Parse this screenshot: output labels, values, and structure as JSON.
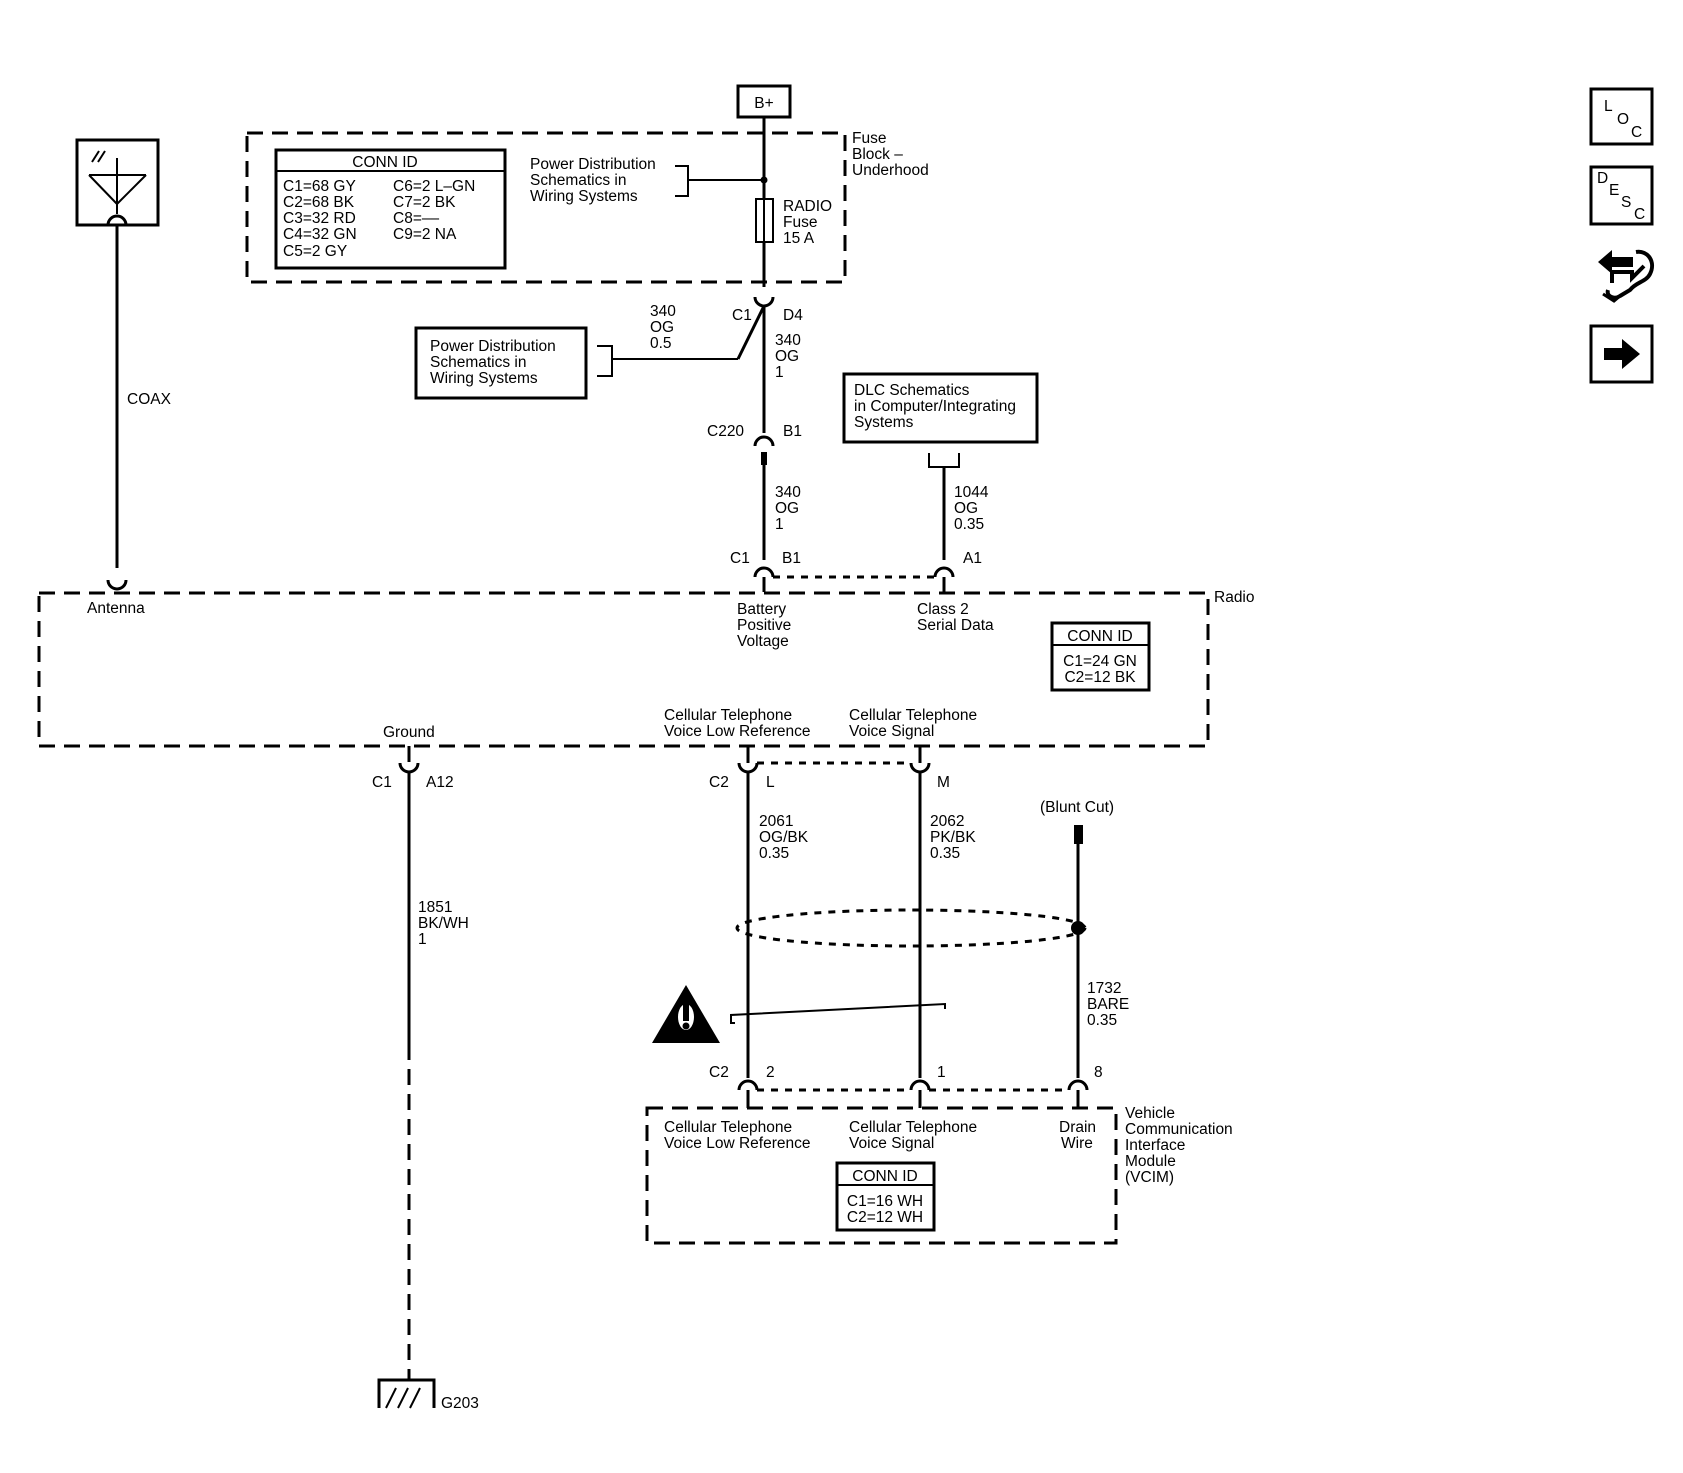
{
  "supply": {
    "label": "B+"
  },
  "fuse_block": {
    "name": [
      "Fuse",
      "Block –",
      "Underhood"
    ],
    "conn_id": {
      "title": "CONN ID",
      "left": [
        "C1=68 GY",
        "C2=68 BK",
        "C3=32 RD",
        "C4=32 GN",
        "C5=2 GY"
      ],
      "right": [
        "C6=2 L–GN",
        "C7=2 BK",
        "C8=––",
        "C9=2 NA"
      ]
    },
    "ref": [
      "Power Distribution",
      "Schematics in",
      "Wiring Systems"
    ],
    "fuse": [
      "RADIO",
      "Fuse",
      "15 A"
    ]
  },
  "splice_ref": [
    "Power Distribution",
    "Schematics in",
    "Wiring Systems"
  ],
  "wire_340_upper": [
    "340",
    "OG",
    "0.5"
  ],
  "wire_340_mid": [
    "340",
    "OG",
    "1"
  ],
  "wire_340_lower": [
    "340",
    "OG",
    "1"
  ],
  "connectors": {
    "c1_top": "C1",
    "d4": "D4",
    "c220": "C220",
    "b1_mid": "B1",
    "c1_radio": "C1",
    "b1_radio": "B1",
    "a1_radio": "A1",
    "c1_ground": "C1",
    "a12": "A12",
    "c2_radio": "C2",
    "l": "L",
    "m": "M",
    "c2_vcim": "C2",
    "pin2": "2",
    "pin1": "1",
    "pin8": "8"
  },
  "dlc_ref": [
    "DLC Schematics",
    "in Computer/Integrating",
    "Systems"
  ],
  "wire_1044": [
    "1044",
    "OG",
    "0.35"
  ],
  "antenna": {
    "coax": "COAX",
    "pin": "Antenna"
  },
  "radio": {
    "name": "Radio",
    "battery": [
      "Battery",
      "Positive",
      "Voltage"
    ],
    "class2": [
      "Class 2",
      "Serial Data"
    ],
    "conn_id": {
      "title": "CONN ID",
      "rows": [
        "C1=24 GN",
        "C2=12 BK"
      ]
    },
    "ground": "Ground",
    "cell_low": [
      "Cellular Telephone",
      "Voice Low Reference"
    ],
    "cell_sig": [
      "Cellular Telephone",
      "Voice Signal"
    ]
  },
  "wire_2061": [
    "2061",
    "OG/BK",
    "0.35"
  ],
  "wire_2062": [
    "2062",
    "PK/BK",
    "0.35"
  ],
  "wire_1851": [
    "1851",
    "BK/WH",
    "1"
  ],
  "wire_1732": [
    "1732",
    "BARE",
    "0.35"
  ],
  "blunt_cut": "(Blunt Cut)",
  "ground_point": "G203",
  "vcim": {
    "name": [
      "Vehicle",
      "Communication",
      "Interface",
      "Module",
      "(VCIM)"
    ],
    "cell_low": [
      "Cellular Telephone",
      "Voice Low Reference"
    ],
    "cell_sig": [
      "Cellular Telephone",
      "Voice Signal"
    ],
    "drain": [
      "Drain",
      "Wire"
    ],
    "conn_id": {
      "title": "CONN ID",
      "rows": [
        "C1=16 WH",
        "C2=12 WH"
      ]
    }
  },
  "nav": {
    "loc": [
      "L",
      "O",
      "C"
    ],
    "desc": [
      "D",
      "E",
      "S",
      "C"
    ]
  }
}
